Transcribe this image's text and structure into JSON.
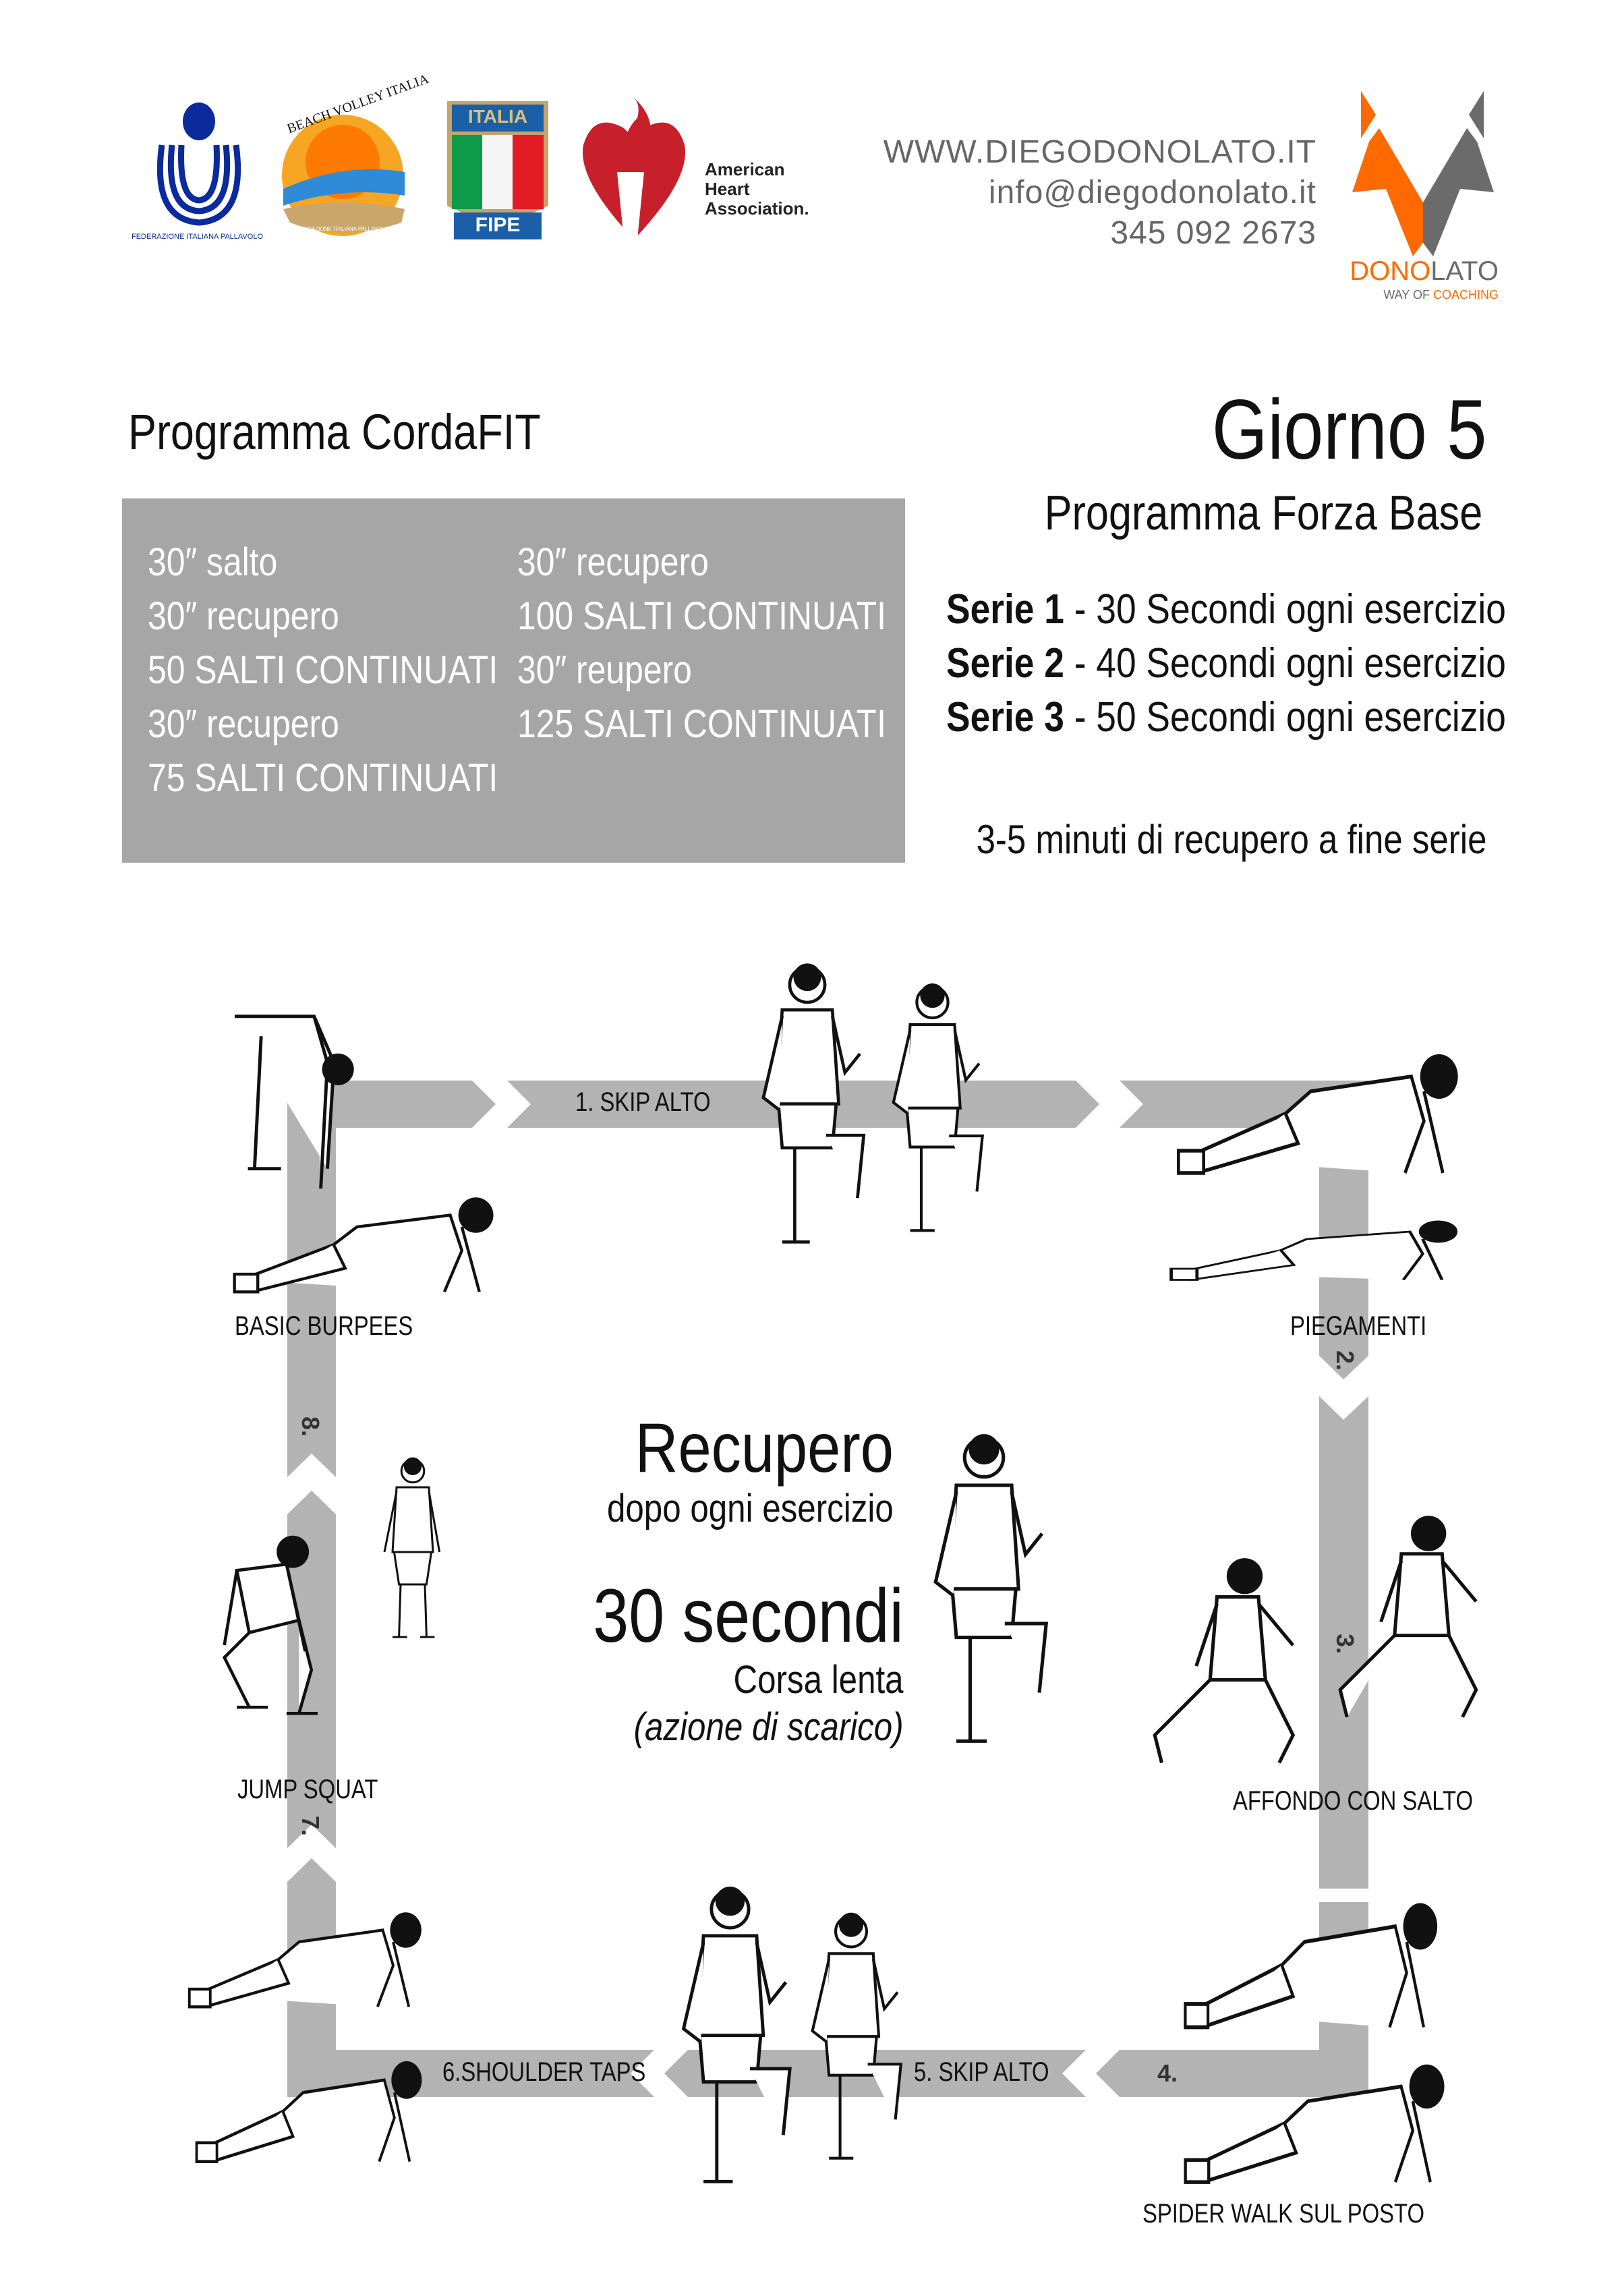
{
  "logos": {
    "fipav": {
      "text": "FEDERAZIONE ITALIANA PALLAVOLO"
    },
    "beach_volley": {
      "text": "BEACH VOLLEY ITALIA",
      "subtext": "FEDERAZIONE ITALIANA PALLAVOLO"
    },
    "fipe": {
      "top": "ITALIA",
      "bottom": "FIPE"
    },
    "aha": {
      "line1": "American",
      "line2": "Heart",
      "line3": "Association."
    },
    "donolato": {
      "name_orange": "DONO",
      "name_gray": "LATO",
      "tag_gray": "WAY OF ",
      "tag_orange": "COACHING"
    }
  },
  "contact": {
    "website": "WWW.DIEGODONOLATO.IT",
    "email": "info@diegodonolato.it",
    "phone": "345 092 2673"
  },
  "colors": {
    "orange": "#ff6a00",
    "gray": "#6b6b6b",
    "box": "#a6a6a6",
    "track": "#b3b3b3"
  },
  "program": {
    "title": "Programma CordaFIT",
    "day": "Giorno 5",
    "subtitle": "Programma Forza Base",
    "rope_box": {
      "col1": [
        "30″ salto",
        "30″ recupero",
        "50 SALTI CONTINUATI",
        "30″ recupero",
        "75 SALTI CONTINUATI"
      ],
      "col2": [
        "30″ recupero",
        "100 SALTI CONTINUATI",
        "30″ reupero",
        "125 SALTI CONTINUATI"
      ]
    },
    "series": [
      {
        "label": "Serie 1",
        "text": " - 30 Secondi ogni esercizio"
      },
      {
        "label": "Serie 2",
        "text": " - 40 Secondi ogni esercizio"
      },
      {
        "label": "Serie 3",
        "text": " - 50 Secondi ogni esercizio"
      }
    ],
    "rest_note": "3-5 minuti di recupero a fine serie"
  },
  "circuit": {
    "exercises": [
      {
        "num": "1.",
        "name": "SKIP ALTO"
      },
      {
        "num": "2.",
        "name": "PIEGAMENTI"
      },
      {
        "num": "3.",
        "name": "AFFONDO CON SALTO"
      },
      {
        "num": "4.",
        "name": "SPIDER WALK SUL POSTO"
      },
      {
        "num": "5.",
        "name": "SKIP ALTO"
      },
      {
        "num": "6.",
        "name": "SHOULDER TAPS"
      },
      {
        "num": "7.",
        "name": "JUMP SQUAT"
      },
      {
        "num": "8.",
        "name": "BASIC BURPEES"
      }
    ],
    "recovery": {
      "title": "Recupero",
      "subtitle": "dopo ogni esercizio",
      "duration": "30 secondi",
      "activity": "Corsa lenta",
      "note": "(azione di scarico)"
    }
  }
}
